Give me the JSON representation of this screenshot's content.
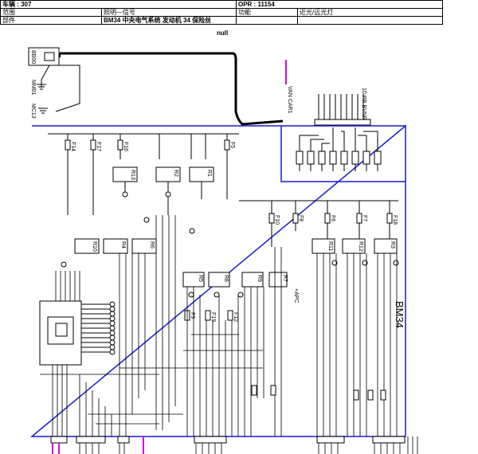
{
  "header": {
    "vehicle_label": "车辆 : 307",
    "opr_label": "OPR : 11154",
    "scope_key": "范围",
    "scope_value": "照明—信号",
    "function_key": "功能",
    "function_value": "近光/远光灯",
    "part_key": "部件",
    "part_value": "BM34 中央电气系统 发动机 34 保险丝"
  },
  "diagram": {
    "null_label": "null",
    "module_label": "BM34",
    "connector_bb00": "BB00",
    "connector_mm01": "MM01",
    "connector_mc13": "MC13",
    "van_car_label": "VAN CAR1",
    "pr_bvnr_label": "10 PR BVNR",
    "fuse_labels_left": [
      "F14",
      "F17",
      "F16",
      "F5"
    ],
    "fuse_labels_mid": [
      "F10",
      "F8",
      "F6",
      "F7",
      "F18"
    ],
    "fuse_labels_low": [
      "F9",
      "F19",
      "F12"
    ],
    "relay_labels_top": [
      "R13",
      "R2",
      "R1"
    ],
    "relay_labels_mid": [
      "R10",
      "R4",
      "R6"
    ],
    "relay_labels_right": [
      "R11",
      "R12",
      "R3"
    ],
    "relay_labels_center": [
      "R5",
      "R8",
      "R9",
      "R7"
    ],
    "arc_label": "+APC"
  }
}
